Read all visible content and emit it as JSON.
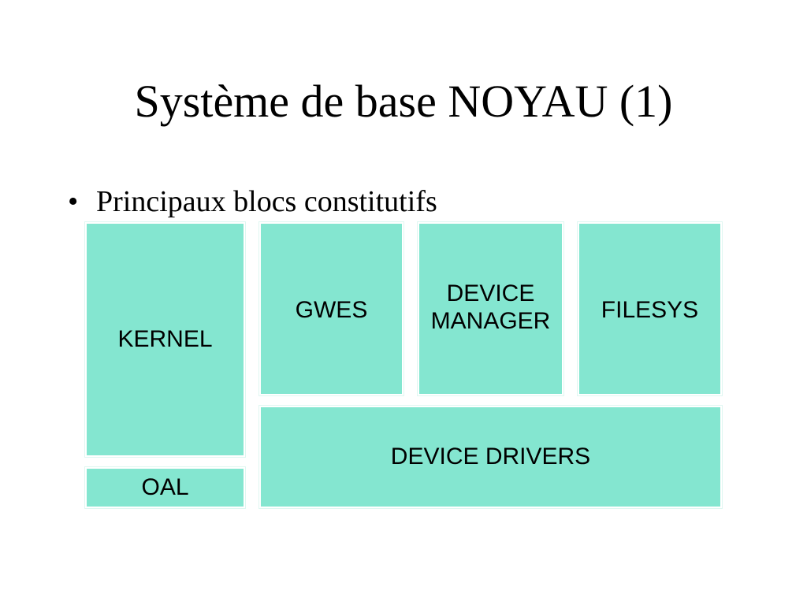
{
  "slide": {
    "title": "Système de base NOYAU (1)",
    "bullet_symbol": "•",
    "bullet_text": "Principaux blocs constitutifs"
  },
  "diagram": {
    "fill_color": "#84e6d0",
    "blocks": {
      "kernel": "KERNEL",
      "oal": "OAL",
      "gwes": "GWES",
      "device_manager_line1": "DEVICE",
      "device_manager_line2": "MANAGER",
      "filesys": "FILESYS",
      "device_drivers": "DEVICE DRIVERS"
    }
  }
}
